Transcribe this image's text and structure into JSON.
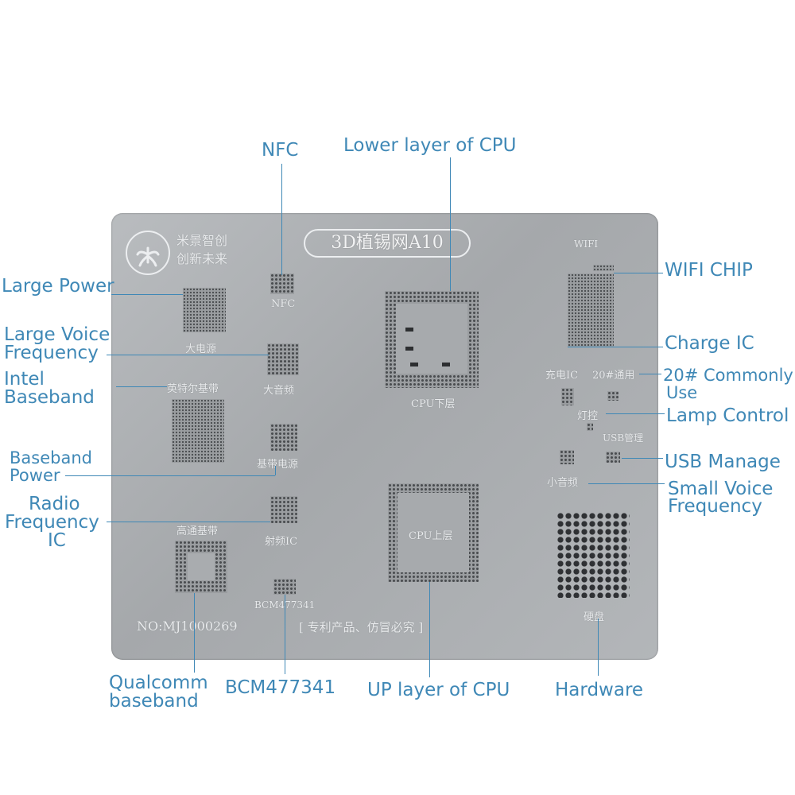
{
  "plate": {
    "brand_line1": "米景智创",
    "brand_line2": "创新未来",
    "title": "3D植锡网A10",
    "serial": "NO:MJ1000269",
    "notice": "[ 专利产品、仿冒必究 ]",
    "etched": {
      "wifi": "WIFI",
      "nfc": "NFC",
      "large_power": "大电源",
      "large_audio": "大音频",
      "intel_baseband": "英特尔基带",
      "baseband_power": "基带电源",
      "rf_ic": "射频IC",
      "qualcomm_baseband": "高通基带",
      "bcm": "BCM477341",
      "cpu_lower": "CPU下层",
      "cpu_upper": "CPU上层",
      "charge_ic": "充电IC",
      "common20": "20#通用",
      "lamp": "灯控",
      "usb": "USB管理",
      "small_audio": "小音频",
      "hardware": "硬盘"
    }
  },
  "callouts": {
    "nfc": "NFC",
    "cpu_lower": "Lower layer of CPU",
    "large_power": "Large Power",
    "large_voice_1": "Large Voice",
    "large_voice_2": "Frequency",
    "intel_1": "Intel",
    "intel_2": "Baseband",
    "bb_power_1": "Baseband",
    "bb_power_2": "Power",
    "radio_1": "Radio",
    "radio_2": "Frequency",
    "radio_3": "IC",
    "wifi_chip": "WIFI CHIP",
    "charge_ic": "Charge IC",
    "common_1": "20# Commonly",
    "common_2": "Use",
    "lamp": "Lamp Control",
    "usb": "USB Manage",
    "small_voice_1": "Small Voice",
    "small_voice_2": "Frequency",
    "qualcomm_1": "Qualcomm",
    "qualcomm_2": "baseband",
    "bcm": "BCM477341",
    "cpu_up": "UP layer of CPU",
    "hardware": "Hardware"
  },
  "colors": {
    "callout": "#3f88b6",
    "plate": "#afb2b5"
  }
}
